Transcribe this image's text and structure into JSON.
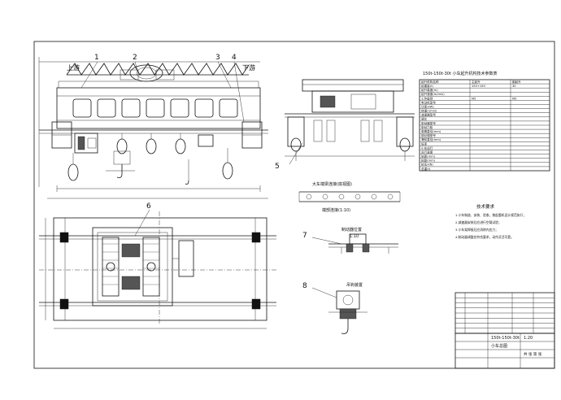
{
  "callouts": {
    "n1": "1",
    "n2": "2",
    "n3": "3",
    "n4": "4",
    "n5": "5",
    "n6": "6",
    "n7": "7",
    "n8": "8"
  },
  "elevation_labels": {
    "upper": "上游",
    "lower": "下游"
  },
  "params_table": {
    "title": "150t-150t-30t 小车起升机构技术参数表",
    "rows": [
      [
        "起升机构名称",
        "主起升",
        "副起升"
      ],
      [
        "起重量(t)",
        "150+150",
        "30"
      ],
      [
        "起升高度(m)",
        "",
        ""
      ],
      [
        "起升速度(m/min)",
        "",
        ""
      ],
      [
        "工作级别",
        "M5",
        "M5"
      ],
      [
        "电动机型号",
        "",
        ""
      ],
      [
        "功率(kW)",
        "",
        ""
      ],
      [
        "转速(r/min)",
        "",
        ""
      ],
      [
        "减速器型号",
        "",
        ""
      ],
      [
        "速比",
        "",
        ""
      ],
      [
        "制动器型号",
        "",
        ""
      ],
      [
        "制动力矩",
        "",
        ""
      ],
      [
        "卷筒直径(mm)",
        "",
        ""
      ],
      [
        "钢丝绳型号",
        "",
        ""
      ],
      [
        "滑轮直径(mm)",
        "",
        ""
      ],
      [
        "倍率",
        "",
        ""
      ],
      [
        "小车运行",
        "",
        ""
      ],
      [
        "运行速度",
        "",
        ""
      ],
      [
        "轨距(mm)",
        "",
        ""
      ],
      [
        "轮距(mm)",
        "",
        ""
      ],
      [
        "轮压(kN)",
        "",
        ""
      ],
      [
        "总重(t)",
        "",
        ""
      ]
    ]
  },
  "tech_notes": {
    "title": "技术要求",
    "lines": [
      "1.小车制造、安装、验收，按起重机设计规范执行；",
      "2.减速器安装后应进行空载试验；",
      "3.小车架焊接后应消除内应力；",
      "4.制动器调整应符合要求，动作灵活可靠。"
    ]
  },
  "detail_labels": {
    "upper": "大车端梁连接(底视图)",
    "upper_sub": "端部连接(1:10)",
    "middle": "制动器位置",
    "middle_sub": "1:10",
    "lower": "吊钩装置"
  },
  "title_block": {
    "drawing_title": "150t-150t-30t",
    "subtitle": "小车总图",
    "scale": "1:20",
    "sheet": "共 张 第 张"
  }
}
